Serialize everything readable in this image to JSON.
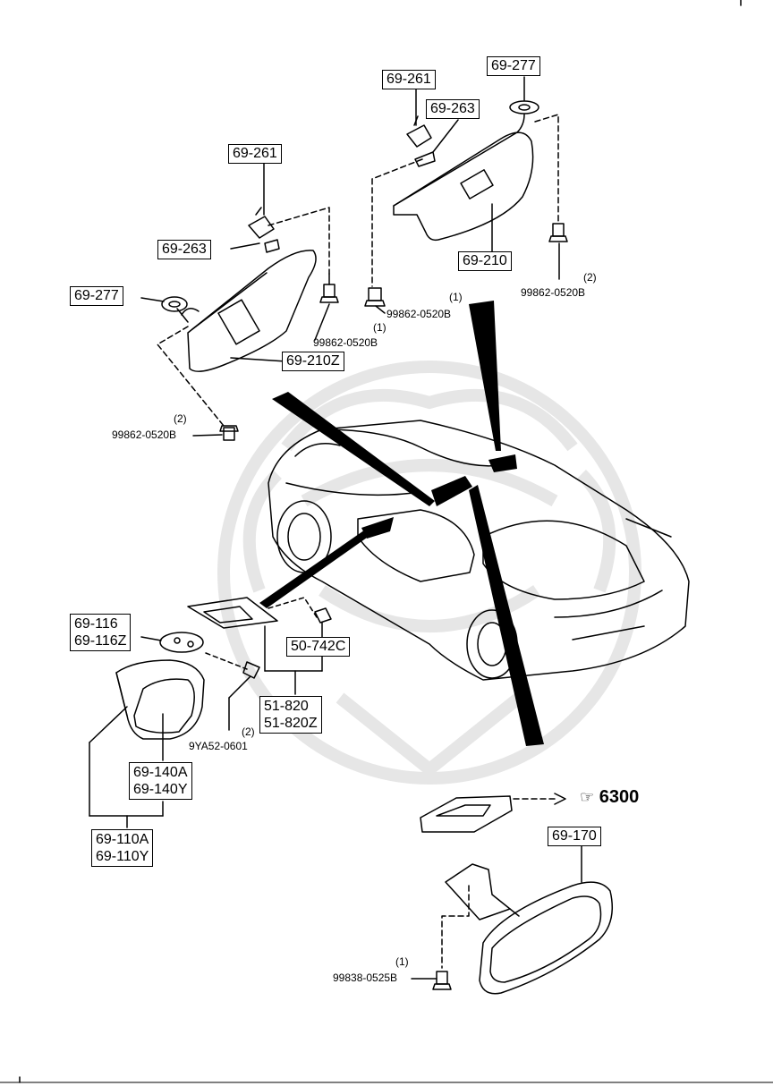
{
  "colors": {
    "ink": "#000000",
    "paper": "#ffffff",
    "watermark": "#e6e6e6"
  },
  "parts": {
    "p1": "69-261",
    "p2": "69-263",
    "p3": "69-277",
    "p4": "69-210Z",
    "p5": "69-261",
    "p6": "69-263",
    "p7": "69-277",
    "p8": "69-210",
    "p9a": "69-116",
    "p9b": "69-116Z",
    "p10": "50-742C",
    "p11a": "51-820",
    "p11b": "51-820Z",
    "p12a": "69-140A",
    "p12b": "69-140Y",
    "p13a": "69-110A",
    "p13b": "69-110Y",
    "p14": "69-170"
  },
  "refs": {
    "r1": "99862-0520B",
    "r2": "99862-0520B",
    "r3": "99862-0520B",
    "r4": "99862-0520B",
    "r5": "9YA52-0601",
    "r6": "99838-0525B"
  },
  "quantities": {
    "q1": "(2)",
    "q2": "(1)",
    "q3": "(1)",
    "q4": "(2)",
    "q5": "(2)",
    "q6": "(1)"
  },
  "section_ref": {
    "arrow_glyph": "☞",
    "number": "6300"
  },
  "icons": [
    "sun-visor-icon",
    "visor-clip-icon",
    "screw-icon",
    "vehicle-outline-icon",
    "door-mirror-icon",
    "rearview-mirror-icon",
    "dome-light-icon",
    "pointing-hand-icon",
    "watermark-emblem-icon"
  ]
}
